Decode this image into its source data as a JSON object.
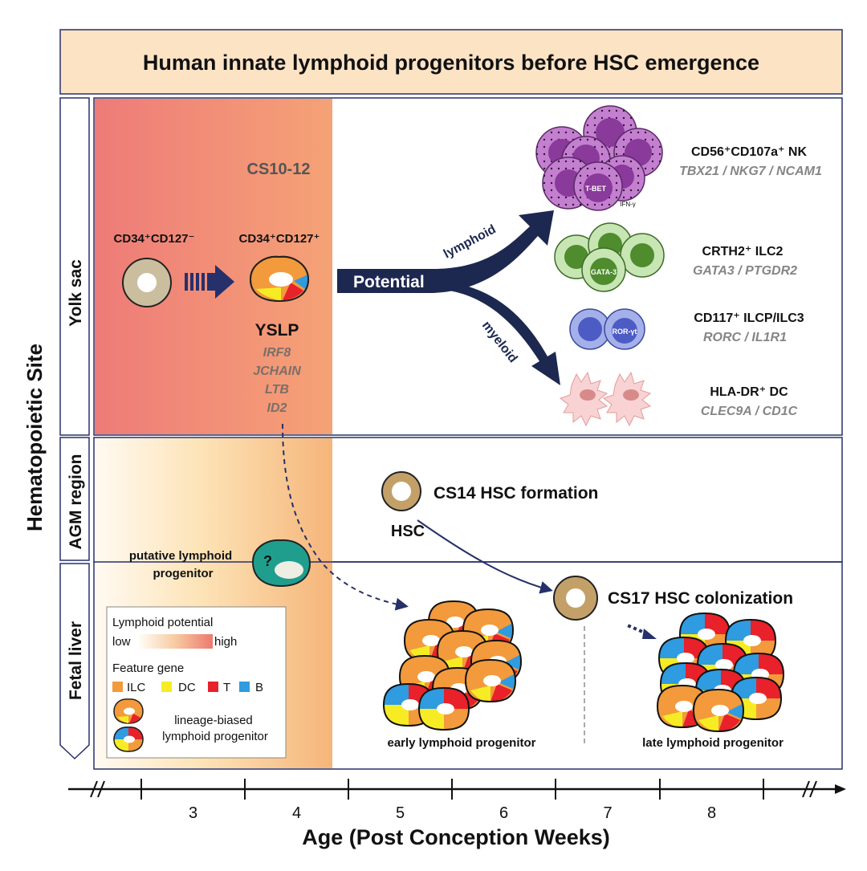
{
  "title": "Human innate lymphoid progenitors before HSC emergence",
  "y_axis_label": "Hematopoietic Site",
  "sites": [
    "Yolk sac",
    "AGM region",
    "Fetal liver"
  ],
  "yolk_sac": {
    "stage": "CS10-12",
    "cell_left_label": "CD34⁺CD127⁻",
    "cell_right_label": "CD34⁺CD127⁺",
    "yslp_label": "YSLP",
    "yslp_genes": [
      "IRF8",
      "JCHAIN",
      "LTB",
      "ID2"
    ],
    "potential_label": "Potential",
    "lymphoid_label": "lymphoid",
    "myeloid_label": "myeloid",
    "outputs": [
      {
        "title": "CD56⁺CD107a⁺ NK",
        "genes": "TBX21 / NKG7 / NCAM1",
        "marker": "T-BET",
        "extra": "IFN-γ"
      },
      {
        "title": "CRTH2⁺ ILC2",
        "genes": "GATA3 / PTGDR2",
        "marker": "GATA-3"
      },
      {
        "title": "CD117⁺ ILCP/ILC3",
        "genes": "RORC / IL1R1",
        "marker": "ROR-γt"
      },
      {
        "title": "HLA-DR⁺ DC",
        "genes": "CLEC9A / CD1C"
      }
    ]
  },
  "agm": {
    "hsc_formation": "CS14 HSC formation",
    "hsc_label": "HSC",
    "putative": "putative lymphoid progenitor",
    "question_mark": "?"
  },
  "fetal_liver": {
    "colonization": "CS17 HSC colonization",
    "early_label": "early lymphoid progenitor",
    "late_label": "late lymphoid progenitor"
  },
  "legend": {
    "potential_title": "Lymphoid potential",
    "low": "low",
    "high": "high",
    "feature_title": "Feature gene",
    "features": [
      {
        "label": "ILC",
        "color": "#f39a3c"
      },
      {
        "label": "DC",
        "color": "#f7ec24"
      },
      {
        "label": "T",
        "color": "#e8212a"
      },
      {
        "label": "B",
        "color": "#2f9be0"
      }
    ],
    "biased_lines": [
      "lineage-biased",
      "lymphoid progenitor"
    ]
  },
  "x_axis": {
    "title": "Age (Post Conception Weeks)",
    "ticks": [
      "3",
      "4",
      "5",
      "6",
      "7",
      "8"
    ]
  },
  "colors": {
    "title_bg": "#fce3c4",
    "frame": "#26306a",
    "nk": "#a75ab8",
    "ilc2": "#6eaa4a",
    "ilc3": "#6b78cf",
    "dc": "#f7c3c3",
    "hsc": "#c4a069"
  }
}
